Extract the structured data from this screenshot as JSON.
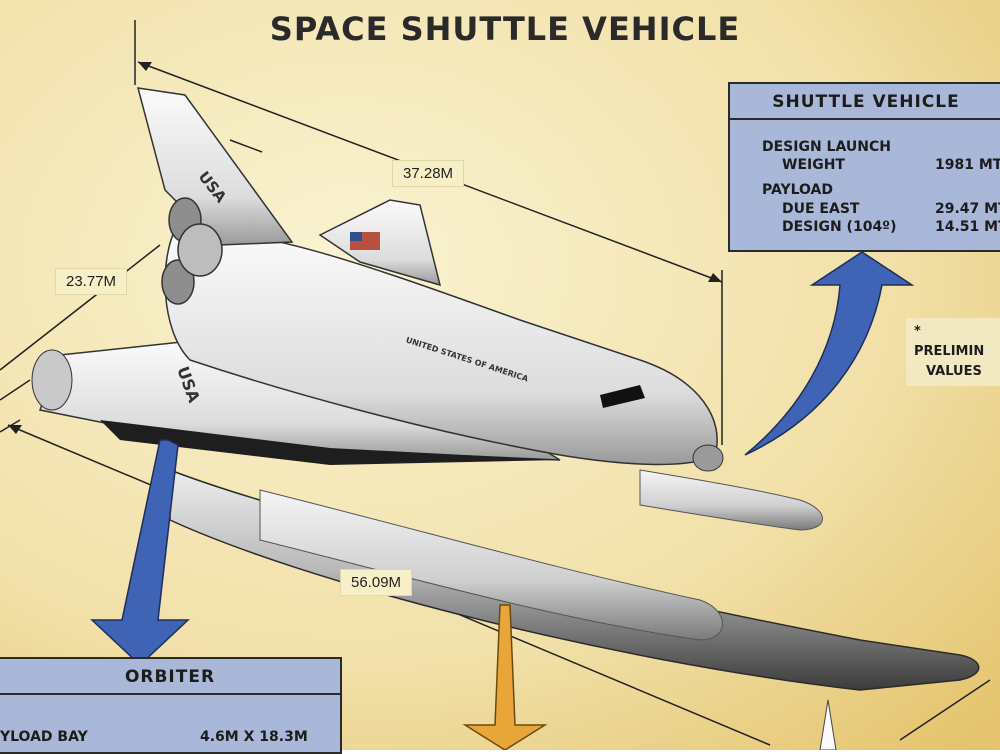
{
  "title": "SPACE SHUTTLE VEHICLE",
  "dimensions": {
    "length_top": "37.28M",
    "span": "23.77M",
    "length_total": "56.09M"
  },
  "shuttle_panel": {
    "header": "SHUTTLE VEHICLE",
    "launch_label_1": "DESIGN LAUNCH",
    "launch_label_2": "WEIGHT",
    "launch_value": "1981 MT",
    "payload_label": "PAYLOAD",
    "due_east_label": "DUE EAST",
    "due_east_value": "29.47 MT",
    "design_label": "DESIGN (104º)",
    "design_value": "14.51 MT"
  },
  "note": {
    "line1": "* PRELIMIN",
    "line2": "VALUES"
  },
  "orbiter_panel": {
    "header": "ORBITER",
    "bay_label": "YLOAD BAY",
    "bay_value": "4.6M X 18.3M"
  },
  "decals": {
    "usa_tail": "USA",
    "usa_wing": "USA",
    "fuselage": "UNITED STATES OF AMERICA"
  },
  "colors": {
    "background": "#f1e2ae",
    "panel": "#a9b8d9",
    "arrow_blue": "#3f63b5",
    "arrow_orange": "#e8a53a"
  }
}
